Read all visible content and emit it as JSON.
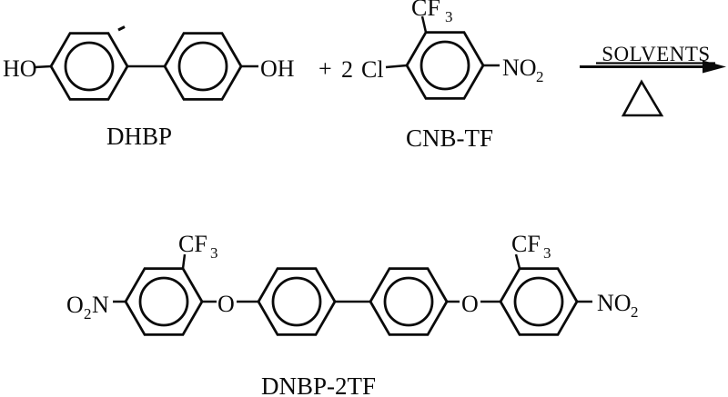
{
  "scheme": {
    "reactant_dhbp": {
      "label": "DHBP",
      "left_group": "HO",
      "right_group": "OH"
    },
    "plus_sign": "+",
    "coefficient": "2",
    "reactant_cnbtf": {
      "label": "CNB-TF",
      "chloro_group": "Cl",
      "cf3_group": {
        "base": "CF",
        "sub": "3"
      },
      "no2_group": {
        "base": "NO",
        "sub": "2"
      }
    },
    "arrow": {
      "solvents_text": "SOLVENTS",
      "heat_symbol": "delta-triangle"
    },
    "product_dnbp2tf": {
      "label": "DNBP-2TF",
      "nitro_left": {
        "o": "O",
        "sub": "2",
        "n": "N"
      },
      "cf3_left": {
        "base": "CF",
        "sub": "3"
      },
      "ether_left": "O",
      "ether_right": "O",
      "cf3_right": {
        "base": "CF",
        "sub": "3"
      },
      "nitro_right": {
        "base": "NO",
        "sub": "2"
      }
    },
    "colors": {
      "ink": "#0a0a0a",
      "paper": "#ffffff"
    }
  }
}
